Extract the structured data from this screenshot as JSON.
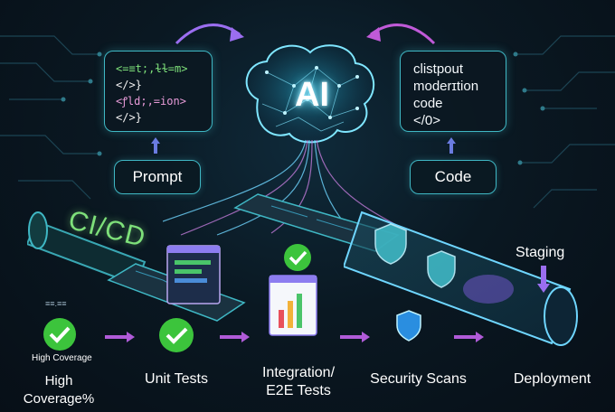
{
  "brain": {
    "label": "AI"
  },
  "prompt_panel": {
    "lines": [
      "<=≡t;,ɫɫ=m>",
      "</>}",
      "<ꝭld;,=ion>",
      "</>}"
    ],
    "label": "Prompt"
  },
  "code_panel": {
    "lines": [
      "clistpout",
      "moderɪtion",
      "code",
      "</0>"
    ],
    "label": "Code"
  },
  "pipeline": {
    "cicd_label": "CI/CD",
    "staging_label": "Staging",
    "steps": [
      {
        "label": "High Coverage%",
        "badge": "High Coverage",
        "mini": "≡≡.≡≡"
      },
      {
        "label": "Unit Tests"
      },
      {
        "label": "Integration/\nE2E Tests"
      },
      {
        "label": "Security Scans"
      },
      {
        "label": "Deployment"
      }
    ]
  },
  "colors": {
    "accent_cyan": "#3fb7c4",
    "check_green": "#3cc43c",
    "arrow_purple": "#b05bd8",
    "code_green": "#7ee07a"
  }
}
